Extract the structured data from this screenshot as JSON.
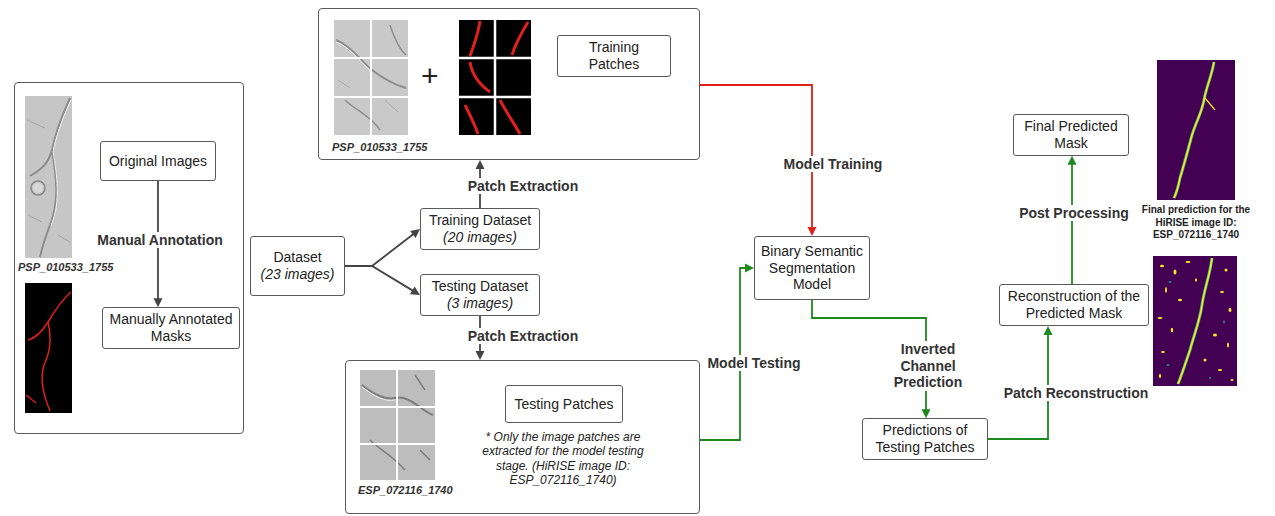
{
  "diagram": {
    "nodes": [
      {
        "text": [
          "PSP_010533_1755"
        ]
      },
      {
        "text": [
          "Original Images"
        ],
        "in": 0
      },
      {
        "text": [
          "Manually Annotated Masks"
        ],
        "in": 0
      },
      {
        "text": [
          "Dataset",
          "(23 images)"
        ]
      },
      {
        "text": [
          "PSP_010533_1755",
          "+"
        ]
      },
      {
        "text": [
          "Training Patches"
        ],
        "in": 4
      },
      {
        "text": [
          "Training Dataset",
          "(20 images)"
        ]
      },
      {
        "text": [
          "Testing Dataset",
          "(3 images)"
        ]
      },
      {
        "text": [
          "ESP_072116_1740",
          "* Only the image patches are extracted for the model testing stage. (HiRISE image ID: ESP_072116_1740)"
        ]
      },
      {
        "text": [
          "Testing Patches"
        ],
        "in": 8
      },
      {
        "text": [
          "Binary Semantic Segmentation Model"
        ]
      },
      {
        "text": [
          "Predictions of Testing Patches"
        ]
      },
      {
        "text": [
          "Reconstruction of the Predicted Mask"
        ]
      },
      {
        "text": [
          "Final Predicted Mask"
        ]
      }
    ],
    "edges": [
      {
        "from": 1,
        "to": 2,
        "label": "Manual Annotation",
        "arrow": "to"
      },
      {
        "from": 3,
        "to": 6,
        "arrow": "to"
      },
      {
        "from": 3,
        "to": 7,
        "arrow": "to"
      },
      {
        "from": 6,
        "to": 4,
        "label": "Patch Extraction",
        "arrow": "to"
      },
      {
        "from": 7,
        "to": 8,
        "label": "Patch Extraction",
        "arrow": "to"
      },
      {
        "from": 4,
        "to": 10,
        "label": "Model Training",
        "arrow": "to"
      },
      {
        "from": 8,
        "to": 10,
        "label": "Model Testing",
        "arrow": "to"
      },
      {
        "from": 10,
        "to": 11,
        "label": "Inverted Channel Prediction",
        "arrow": "to"
      },
      {
        "from": 11,
        "to": 12,
        "label": "Patch Reconstruction",
        "arrow": "to"
      },
      {
        "from": 12,
        "to": 13,
        "label": "Post Processing",
        "arrow": "to"
      }
    ],
    "labels": [
      "Final prediction for the HiRISE image ID: ESP_072116_1740"
    ]
  }
}
